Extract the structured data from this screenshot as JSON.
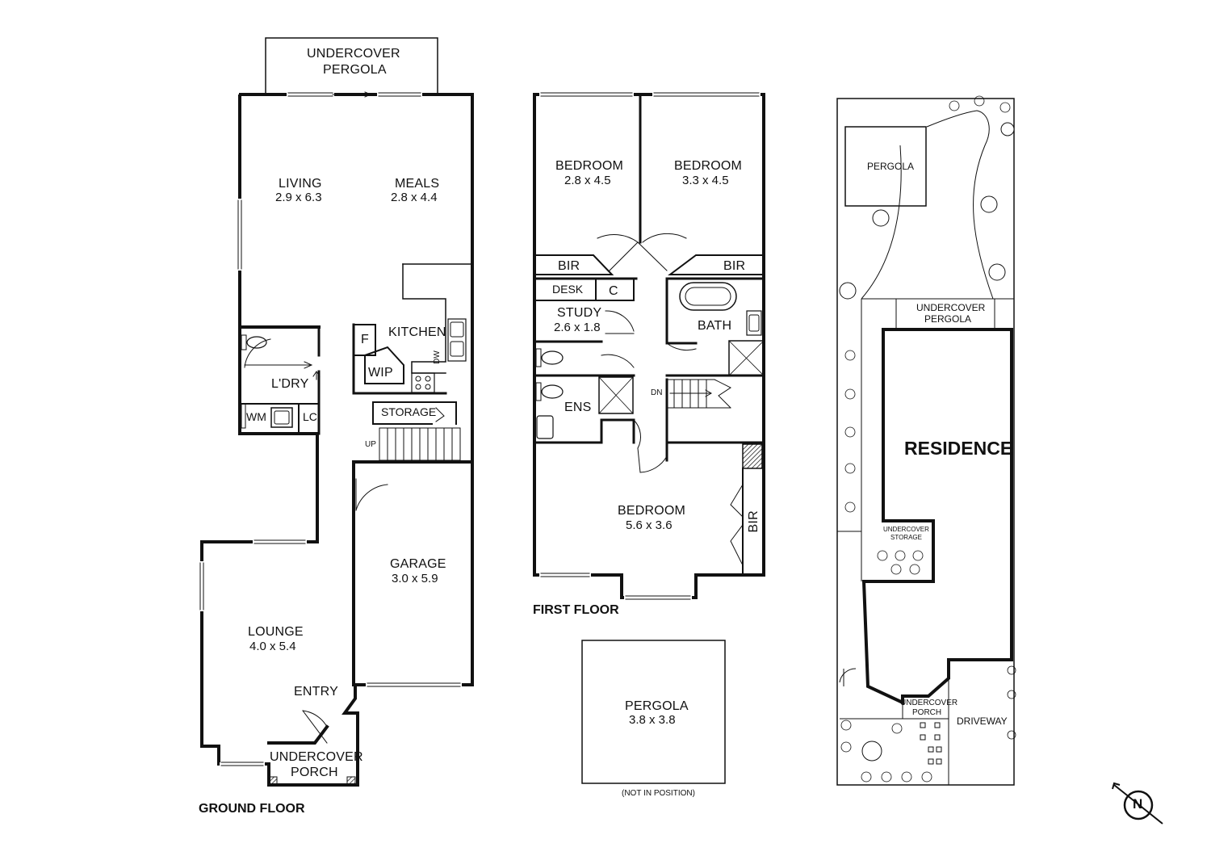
{
  "ground_floor": {
    "heading": "GROUND FLOOR",
    "undercover_pergola": [
      "UNDERCOVER",
      "PERGOLA"
    ],
    "living": {
      "name": "LIVING",
      "dim": "2.9 x 6.3"
    },
    "meals": {
      "name": "MEALS",
      "dim": "2.8 x 4.4"
    },
    "kitchen": "KITCHEN",
    "fridge": "F",
    "wip": "WIP",
    "dw": "DW",
    "laundry": "L'DRY",
    "wm": "WM",
    "lc": "LC",
    "storage": "STORAGE",
    "up": "UP",
    "garage": {
      "name": "GARAGE",
      "dim": "3.0 x 5.9"
    },
    "lounge": {
      "name": "LOUNGE",
      "dim": "4.0 x 5.4"
    },
    "entry": "ENTRY",
    "undercover_porch": [
      "UNDERCOVER",
      "PORCH"
    ]
  },
  "first_floor": {
    "heading": "FIRST FLOOR",
    "bedroom1": {
      "name": "BEDROOM",
      "dim": "2.8 x 4.5"
    },
    "bedroom2": {
      "name": "BEDROOM",
      "dim": "3.3 x 4.5"
    },
    "bir_left": "BIR",
    "bir_right": "BIR",
    "desk": "DESK",
    "cupboard": "C",
    "study": {
      "name": "STUDY",
      "dim": "2.6 x 1.8"
    },
    "bath": "BATH",
    "ens": "ENS",
    "dn": "DN",
    "bedroom3": {
      "name": "BEDROOM",
      "dim": "5.6 x 3.6"
    },
    "bir_bed3": "BIR"
  },
  "pergola_detail": {
    "name": "PERGOLA",
    "dim": "3.8 x 3.8",
    "note": "(NOT IN POSITION)"
  },
  "site_plan": {
    "pergola": "PERGOLA",
    "undercover_pergola": [
      "UNDERCOVER",
      "PERGOLA"
    ],
    "residence": "RESIDENCE",
    "undercover_storage": [
      "UNDERCOVER",
      "STORAGE"
    ],
    "undercover_porch": [
      "UNDERCOVER",
      "PORCH"
    ],
    "driveway": "DRIVEWAY"
  },
  "compass": {
    "letter": "N"
  },
  "colors": {
    "wall": "#111111",
    "line": "#333333",
    "background": "#ffffff"
  }
}
